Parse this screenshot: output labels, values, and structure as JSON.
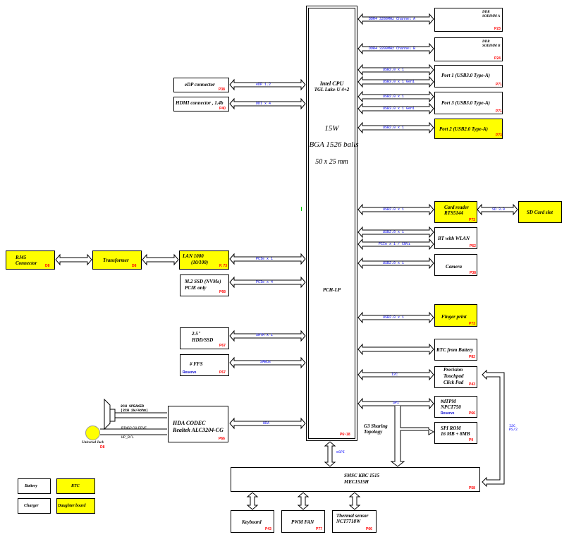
{
  "cpu": {
    "name": "Intel CPU",
    "model": "TGL Lake-U 4+2",
    "tdp": "15W",
    "package": "BGA 1526 balls",
    "size": "50 x 25 mm",
    "pch": "PCH-LP",
    "page": "P6~18"
  },
  "left_blocks": {
    "edp": {
      "label": "eDP connector",
      "page": "P38",
      "bus": "eDP 1.2"
    },
    "hdmi": {
      "label": "HDMI connector , 1.4b",
      "page": "P40",
      "bus": "DDI x 4"
    },
    "rj45": {
      "line1": "RJ45",
      "line2": "Connector",
      "page": "D8"
    },
    "transformer": {
      "label": "Transformer",
      "page": "D8"
    },
    "lan": {
      "line1": "LAN 1000",
      "line2": "(10/100)",
      "page": "P. 73",
      "bus": "PCIe x 1"
    },
    "m2ssd": {
      "line1": "M.2 SSD (NVMe)",
      "line2": "PCIE only",
      "page": "P68",
      "bus": "PCIe x 4"
    },
    "hdd": {
      "line1": "2.5\"",
      "line2": "HDD/SSD",
      "page": "P67",
      "bus": "SATA x 1"
    },
    "ffs": {
      "label": "# FFS",
      "reserve": "Reserve",
      "page": "P67",
      "bus": "SMBus"
    },
    "codec": {
      "line1": "HDA CODEC",
      "line2": "Realtek ALC3204-CG",
      "page": "P66",
      "bus": "HDA"
    },
    "speaker": {
      "line1": "2CH SPEAKER",
      "line2": "(2CH 2W/4ohm)"
    },
    "jack": {
      "label": "Universal Jack",
      "page": "D8",
      "sig1": "RING2/SLEEVE",
      "sig2": "HP_R/L"
    }
  },
  "right_blocks": {
    "sodimm_a": {
      "line1": "DDR",
      "line2": "SODIMM A",
      "page": "P23",
      "bus": "DDR4 3200MHz Channel A"
    },
    "sodimm_b": {
      "line1": "DDR",
      "line2": "SODIMM B",
      "page": "P24",
      "bus": "DDR4 3200MHz Channel B"
    },
    "port1": {
      "label": "Port 1 (USB3.0 Type-A)",
      "page": "P71",
      "bus1": "USB2.0 x 1",
      "bus2": "USB3.0 x 1 Gen1"
    },
    "port3": {
      "label": "Port 3 (USB3.0 Type-A)",
      "page": "P71",
      "bus1": "USB2.0 x 1",
      "bus2": "USB3.0 x 1 Gen1"
    },
    "port2": {
      "label": "Port 2 (USB2.0 Type-A)",
      "page": "P73",
      "bus": "USB2.0 x 1"
    },
    "cardreader": {
      "line1": "Card reader",
      "line2": "RTS5144",
      "page": "P73",
      "bus": "USB2.0 x 1"
    },
    "sdcard": {
      "label": "SD Card slot",
      "bus": "SD 3.0"
    },
    "btwlan": {
      "label": "BT with WLAN",
      "page": "P62",
      "bus1": "USB2.0 x 1",
      "bus2": "PCIe x 1 / CNVi"
    },
    "camera": {
      "label": "Camera",
      "page": "P38",
      "bus": "USB2.0 x 1"
    },
    "finger": {
      "label": "Finger print",
      "page": "P73",
      "bus": "USB2.0 x 1"
    },
    "rtc": {
      "label": "RTC from Battery",
      "page": "P82"
    },
    "touchpad": {
      "line1": "Precision",
      "line2": "Touchpad",
      "line3": "Click Pad",
      "page": "P43",
      "bus": "I2C"
    },
    "tpm": {
      "line1": "#dTPM",
      "line2": "NPCT750",
      "reserve": "Reserve",
      "page": "P66",
      "bus": "SPI"
    },
    "spirom": {
      "line1": "SPI ROM",
      "line2": "16 MB + 8MB",
      "page": "P9"
    },
    "g3": {
      "line1": "G3 Sharing",
      "line2": "Topology"
    },
    "i2c_ps2": {
      "line1": "I2C",
      "line2": "PS/2"
    }
  },
  "ec": {
    "line1": "SMSC KBC 1515",
    "line2": "MEC1515H",
    "page": "P58",
    "bus": "eSPI"
  },
  "ec_children": {
    "keyboard": {
      "label": "Keyboard",
      "page": "P43"
    },
    "fan": {
      "label": "PWM FAN",
      "page": "P77"
    },
    "thermal": {
      "line1": "Thermal sensor",
      "line2": "NCT7718W",
      "page": "P66"
    }
  },
  "legend": {
    "battery": "Battery",
    "rtc": "RTC",
    "charger": "Charger",
    "daughter": "Daughter board"
  },
  "colors": {
    "highlight": "#ffff00",
    "bus_text": "#0000ff",
    "page_ref": "#ff0000"
  }
}
